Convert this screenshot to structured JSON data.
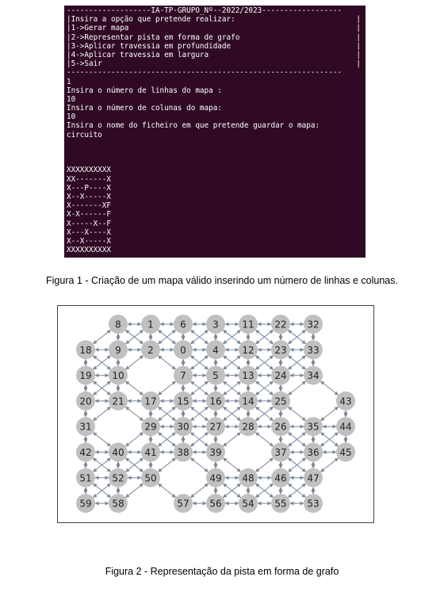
{
  "terminal": {
    "header": "-------------------IA-TP-GRUPO_Nº--2022/2023------------------",
    "prompt": "|Insira a opção que pretende realizar:",
    "menu": [
      "|1->Gerar mapa",
      "|2->Representar pista em forma de grafo",
      "|3->Aplicar travessia em profundidade",
      "|4->Aplicar travessia em largura",
      "|5->Sair"
    ],
    "menu_right_border": "|",
    "separator": "--------------------------------------------------------------",
    "session": [
      "1",
      "Insira o número de linhas do mapa :",
      "10",
      "Insira o número de colunas do mapa:",
      "10",
      "Insira o nome do ficheiro em que pretende guardar o mapa:",
      "circuito"
    ],
    "map_rows": [
      "XXXXXXXXXX",
      "XX-------X",
      "X---P----X",
      "X--X-----X",
      "X-------XF",
      "X-X------F",
      "X-----X--F",
      "X---X----X",
      "X--X-----X",
      "XXXXXXXXXX"
    ]
  },
  "figure1_caption": "Figura 1 - Criação de um mapa válido inserindo um número de linhas e colunas.",
  "figure2_caption": "Figura 2 - Representação da pista em forma de grafo",
  "graph": {
    "node_color": "#c0c0c0",
    "edge_color": "#7a8898",
    "label_color": "#222222",
    "nodes": [
      {
        "id": "8",
        "col": 0,
        "row": 0
      },
      {
        "id": "1",
        "col": 1,
        "row": 0
      },
      {
        "id": "6",
        "col": 2,
        "row": 0
      },
      {
        "id": "3",
        "col": 3,
        "row": 0
      },
      {
        "id": "11",
        "col": 4,
        "row": 0
      },
      {
        "id": "22",
        "col": 5,
        "row": 0
      },
      {
        "id": "32",
        "col": 6,
        "row": 0
      },
      {
        "id": "18",
        "col": -1,
        "row": 1
      },
      {
        "id": "9",
        "col": 0,
        "row": 1
      },
      {
        "id": "2",
        "col": 1,
        "row": 1
      },
      {
        "id": "0",
        "col": 2,
        "row": 1
      },
      {
        "id": "4",
        "col": 3,
        "row": 1
      },
      {
        "id": "12",
        "col": 4,
        "row": 1
      },
      {
        "id": "23",
        "col": 5,
        "row": 1
      },
      {
        "id": "33",
        "col": 6,
        "row": 1
      },
      {
        "id": "19",
        "col": -1,
        "row": 2
      },
      {
        "id": "10",
        "col": 0,
        "row": 2
      },
      {
        "id": "7",
        "col": 2,
        "row": 2
      },
      {
        "id": "5",
        "col": 3,
        "row": 2
      },
      {
        "id": "13",
        "col": 4,
        "row": 2
      },
      {
        "id": "24",
        "col": 5,
        "row": 2
      },
      {
        "id": "34",
        "col": 6,
        "row": 2
      },
      {
        "id": "20",
        "col": -1,
        "row": 3
      },
      {
        "id": "21",
        "col": 0,
        "row": 3
      },
      {
        "id": "17",
        "col": 1,
        "row": 3
      },
      {
        "id": "15",
        "col": 2,
        "row": 3
      },
      {
        "id": "16",
        "col": 3,
        "row": 3
      },
      {
        "id": "14",
        "col": 4,
        "row": 3
      },
      {
        "id": "25",
        "col": 5,
        "row": 3
      },
      {
        "id": "43",
        "col": 7,
        "row": 3
      },
      {
        "id": "31",
        "col": -1,
        "row": 4
      },
      {
        "id": "29",
        "col": 1,
        "row": 4
      },
      {
        "id": "30",
        "col": 2,
        "row": 4
      },
      {
        "id": "27",
        "col": 3,
        "row": 4
      },
      {
        "id": "28",
        "col": 4,
        "row": 4
      },
      {
        "id": "26",
        "col": 5,
        "row": 4
      },
      {
        "id": "35",
        "col": 6,
        "row": 4
      },
      {
        "id": "44",
        "col": 7,
        "row": 4
      },
      {
        "id": "42",
        "col": -1,
        "row": 5
      },
      {
        "id": "40",
        "col": 0,
        "row": 5
      },
      {
        "id": "41",
        "col": 1,
        "row": 5
      },
      {
        "id": "38",
        "col": 2,
        "row": 5
      },
      {
        "id": "39",
        "col": 3,
        "row": 5
      },
      {
        "id": "37",
        "col": 5,
        "row": 5
      },
      {
        "id": "36",
        "col": 6,
        "row": 5
      },
      {
        "id": "45",
        "col": 7,
        "row": 5
      },
      {
        "id": "51",
        "col": -1,
        "row": 6
      },
      {
        "id": "52",
        "col": 0,
        "row": 6
      },
      {
        "id": "50",
        "col": 1,
        "row": 6
      },
      {
        "id": "49",
        "col": 3,
        "row": 6
      },
      {
        "id": "48",
        "col": 4,
        "row": 6
      },
      {
        "id": "46",
        "col": 5,
        "row": 6
      },
      {
        "id": "47",
        "col": 6,
        "row": 6
      },
      {
        "id": "59",
        "col": -1,
        "row": 7
      },
      {
        "id": "58",
        "col": 0,
        "row": 7
      },
      {
        "id": "57",
        "col": 2,
        "row": 7
      },
      {
        "id": "56",
        "col": 3,
        "row": 7
      },
      {
        "id": "54",
        "col": 4,
        "row": 7
      },
      {
        "id": "55",
        "col": 5,
        "row": 7
      },
      {
        "id": "53",
        "col": 6,
        "row": 7
      }
    ]
  }
}
